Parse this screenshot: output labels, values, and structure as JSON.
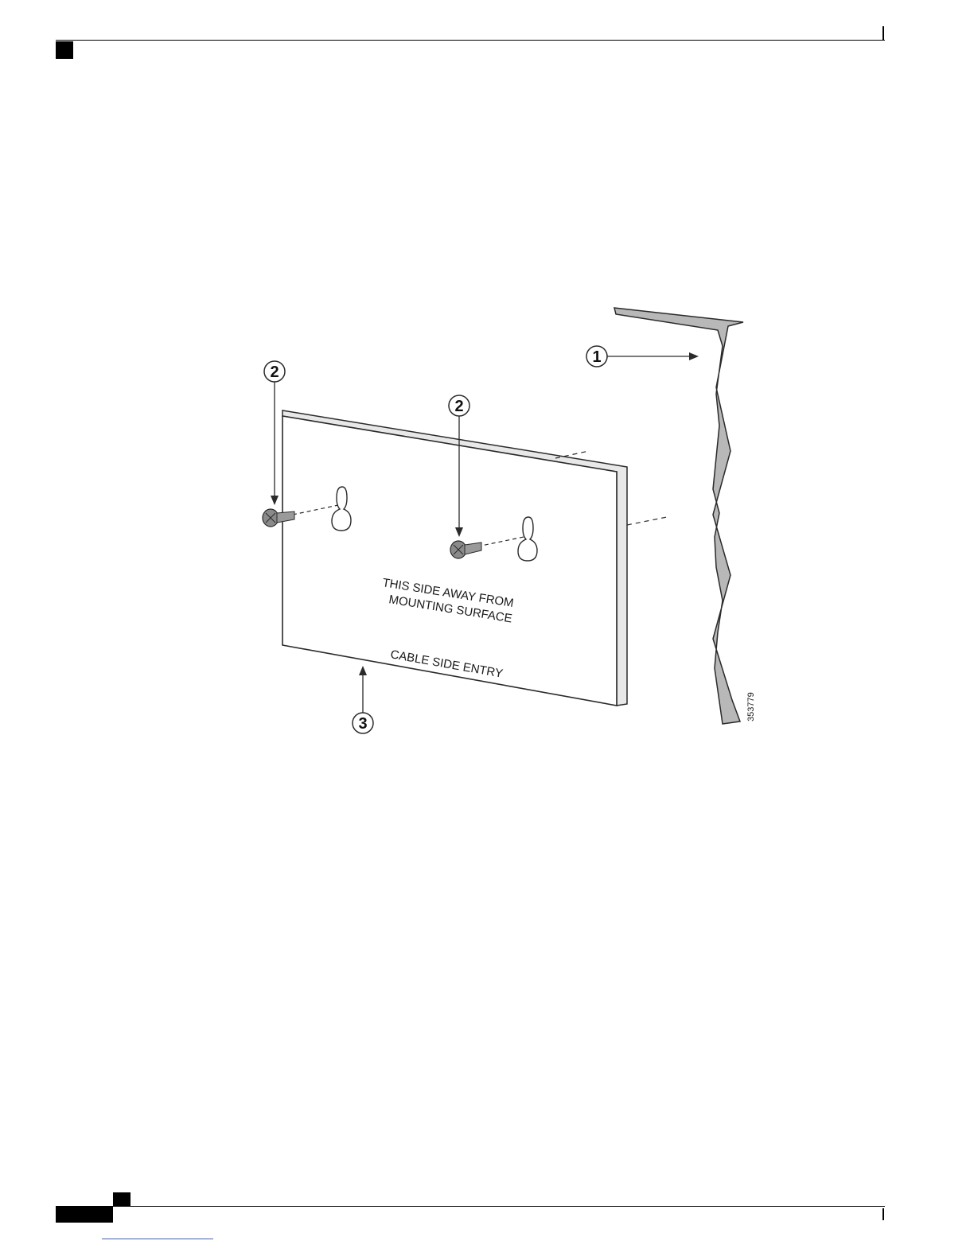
{
  "figure": {
    "plate_label_line1": "THIS SIDE AWAY FROM",
    "plate_label_line2": "MOUNTING SURFACE",
    "plate_edge_label": "CABLE SIDE ENTRY",
    "callouts": [
      "1",
      "2",
      "2",
      "3"
    ],
    "figure_id": "353779"
  },
  "colors": {
    "wall_fill": "#b8b8b8",
    "line": "#2a2a2a"
  }
}
